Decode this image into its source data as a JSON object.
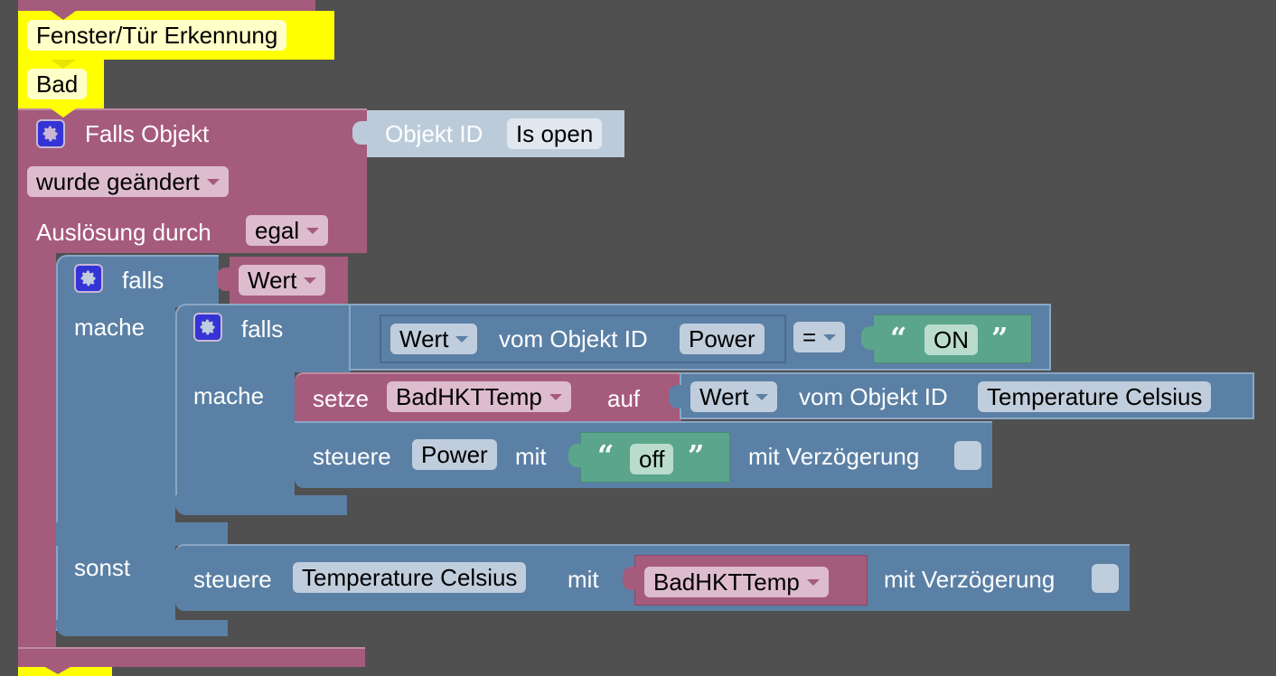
{
  "workspace": {
    "background": "#505050"
  },
  "colors": {
    "logic_block": "#5b80a5",
    "trigger_block": "#a55b7c",
    "comment_block": "#ffff00",
    "text_block": "#5ba58c",
    "object_id_block": "#bccbd9",
    "gear_icon": "#3434d6"
  },
  "comments": [
    {
      "text": "Fenster/Tür Erkennung"
    },
    {
      "text": "Bad"
    }
  ],
  "trigger": {
    "title": "Falls Objekt",
    "object_label": "Objekt ID",
    "object_value": "Is open",
    "condition_value": "wurde geändert",
    "triggered_by_label": "Auslösung durch",
    "triggered_by_value": "egal"
  },
  "outer_if": {
    "if_label": "falls",
    "do_label": "mache",
    "else_label": "sonst",
    "condition_value": "Wert"
  },
  "inner_if": {
    "if_label": "falls",
    "do_label": "mache",
    "compare": {
      "left_attr": "Wert",
      "left_text": "vom Objekt ID",
      "left_object": "Power",
      "operator": "=",
      "right_value": "ON"
    }
  },
  "set_var": {
    "label": "setze",
    "variable": "BadHKTTemp",
    "to_label": "auf",
    "attr": "Wert",
    "attr_text": "vom Objekt ID",
    "object": "Temperature Celsius"
  },
  "control1": {
    "label": "steuere",
    "object": "Power",
    "with_label": "mit",
    "value": "off",
    "delay_label": "mit Verzögerung",
    "delay_checked": false
  },
  "control2": {
    "label": "steuere",
    "object": "Temperature Celsius",
    "with_label": "mit",
    "variable": "BadHKTTemp",
    "delay_label": "mit Verzögerung",
    "delay_checked": false
  },
  "quotes": {
    "open": "“",
    "close": "”"
  }
}
